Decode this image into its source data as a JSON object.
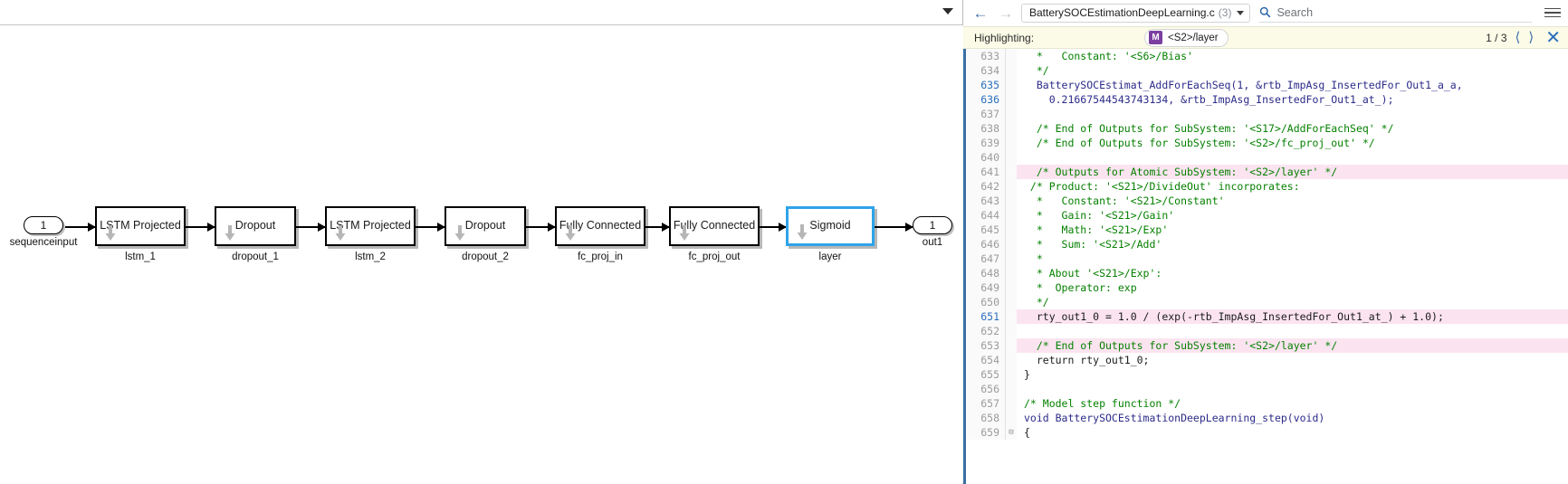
{
  "left_pane": {
    "toolbar": {
      "caret_icon": "chevron-down-icon"
    },
    "network": {
      "input_port": {
        "number": "1",
        "label": "sequenceinput"
      },
      "output_port": {
        "number": "1",
        "label": "out1"
      },
      "blocks": [
        {
          "title": "LSTM Projected",
          "label": "lstm_1",
          "selected": false
        },
        {
          "title": "Dropout",
          "label": "dropout_1",
          "selected": false
        },
        {
          "title": "LSTM Projected",
          "label": "lstm_2",
          "selected": false
        },
        {
          "title": "Dropout",
          "label": "dropout_2",
          "selected": false
        },
        {
          "title": "Fully Connected",
          "label": "fc_proj_in",
          "selected": false
        },
        {
          "title": "Fully Connected",
          "label": "fc_proj_out",
          "selected": false
        },
        {
          "title": "Sigmoid",
          "label": "layer",
          "selected": true
        }
      ],
      "selection_color": "#2fa3e8"
    }
  },
  "right_pane": {
    "toolbar": {
      "back_icon": "arrow-left-icon",
      "forward_icon": "arrow-right-icon",
      "filename": "BatterySOCEstimationDeepLearning.c",
      "file_count": "(3)",
      "dropdown_icon": "chevron-down-icon",
      "search_icon": "search-icon",
      "search_placeholder": "Search",
      "search_value": "",
      "menu_icon": "hamburger-icon"
    },
    "highlighting": {
      "label": "Highlighting:",
      "chip_badge": "M",
      "chip_badge_color": "#7b3fa0",
      "chip_text": "<S2>/layer",
      "counter": "1 / 3",
      "prev_icon": "chevron-left-icon",
      "next_icon": "chevron-right-icon",
      "close_icon": "close-icon",
      "bar_color": "#fbfbe8"
    },
    "code": {
      "highlight_color": "#fbe4f0",
      "lines": [
        {
          "n": "633",
          "highlight": false,
          "current": false,
          "fold": "",
          "spans": [
            {
              "t": "  *   Constant: '<S6>/Bias'",
              "c": "cm"
            }
          ]
        },
        {
          "n": "634",
          "highlight": false,
          "current": false,
          "fold": "",
          "spans": [
            {
              "t": "  */",
              "c": "cm"
            }
          ]
        },
        {
          "n": "635",
          "highlight": false,
          "current": true,
          "fold": "",
          "spans": [
            {
              "t": "  BatterySOCEstimat_AddForEachSeq(1, &rtb_ImpAsg_InsertedFor_Out1_a_a,",
              "c": "id"
            }
          ]
        },
        {
          "n": "636",
          "highlight": false,
          "current": true,
          "fold": "",
          "spans": [
            {
              "t": "    0.21667544543743134, &rtb_ImpAsg_InsertedFor_Out1_at_);",
              "c": "id"
            }
          ]
        },
        {
          "n": "637",
          "highlight": false,
          "current": false,
          "fold": "",
          "spans": [
            {
              "t": "",
              "c": "pl"
            }
          ]
        },
        {
          "n": "638",
          "highlight": false,
          "current": false,
          "fold": "",
          "spans": [
            {
              "t": "  /* End of Outputs for SubSystem: '<S17>/AddForEachSeq' */",
              "c": "cm"
            }
          ]
        },
        {
          "n": "639",
          "highlight": false,
          "current": false,
          "fold": "",
          "spans": [
            {
              "t": "  /* End of Outputs for SubSystem: '<S2>/fc_proj_out' */",
              "c": "cm"
            }
          ]
        },
        {
          "n": "640",
          "highlight": false,
          "current": false,
          "fold": "",
          "spans": [
            {
              "t": "",
              "c": "pl"
            }
          ]
        },
        {
          "n": "641",
          "highlight": true,
          "current": false,
          "fold": "",
          "spans": [
            {
              "t": "  /* Outputs for Atomic SubSystem: '<S2>/layer' */",
              "c": "cm"
            }
          ]
        },
        {
          "n": "642",
          "highlight": false,
          "current": false,
          "fold": "",
          "spans": [
            {
              "t": " /* Product: '<S21>/DivideOut' incorporates:",
              "c": "cm"
            }
          ]
        },
        {
          "n": "643",
          "highlight": false,
          "current": false,
          "fold": "",
          "spans": [
            {
              "t": "  *   Constant: '<S21>/Constant'",
              "c": "cm"
            }
          ]
        },
        {
          "n": "644",
          "highlight": false,
          "current": false,
          "fold": "",
          "spans": [
            {
              "t": "  *   Gain: '<S21>/Gain'",
              "c": "cm"
            }
          ]
        },
        {
          "n": "645",
          "highlight": false,
          "current": false,
          "fold": "",
          "spans": [
            {
              "t": "  *   Math: '<S21>/Exp'",
              "c": "cm"
            }
          ]
        },
        {
          "n": "646",
          "highlight": false,
          "current": false,
          "fold": "",
          "spans": [
            {
              "t": "  *   Sum: '<S21>/Add'",
              "c": "cm"
            }
          ]
        },
        {
          "n": "647",
          "highlight": false,
          "current": false,
          "fold": "",
          "spans": [
            {
              "t": "  *",
              "c": "cm"
            }
          ]
        },
        {
          "n": "648",
          "highlight": false,
          "current": false,
          "fold": "",
          "spans": [
            {
              "t": "  * About '<S21>/Exp':",
              "c": "cm"
            }
          ]
        },
        {
          "n": "649",
          "highlight": false,
          "current": false,
          "fold": "",
          "spans": [
            {
              "t": "  *  Operator: exp",
              "c": "cm"
            }
          ]
        },
        {
          "n": "650",
          "highlight": false,
          "current": false,
          "fold": "",
          "spans": [
            {
              "t": "  */",
              "c": "cm"
            }
          ]
        },
        {
          "n": "651",
          "highlight": true,
          "current": true,
          "fold": "",
          "spans": [
            {
              "t": "  rty_out1_0 = 1.0 / (exp(-rtb_ImpAsg_InsertedFor_Out1_at_) + 1.0);",
              "c": "pl"
            }
          ]
        },
        {
          "n": "652",
          "highlight": false,
          "current": false,
          "fold": "",
          "spans": [
            {
              "t": "",
              "c": "pl"
            }
          ]
        },
        {
          "n": "653",
          "highlight": true,
          "current": false,
          "fold": "",
          "spans": [
            {
              "t": "  /* End of Outputs for SubSystem: '<S2>/layer' */",
              "c": "cm"
            }
          ]
        },
        {
          "n": "654",
          "highlight": false,
          "current": false,
          "fold": "",
          "spans": [
            {
              "t": "  return rty_out1_0;",
              "c": "pl"
            }
          ]
        },
        {
          "n": "655",
          "highlight": false,
          "current": false,
          "fold": "",
          "spans": [
            {
              "t": "}",
              "c": "pl"
            }
          ]
        },
        {
          "n": "656",
          "highlight": false,
          "current": false,
          "fold": "",
          "spans": [
            {
              "t": "",
              "c": "pl"
            }
          ]
        },
        {
          "n": "657",
          "highlight": false,
          "current": false,
          "fold": "",
          "spans": [
            {
              "t": "/* Model step function */",
              "c": "cm"
            }
          ]
        },
        {
          "n": "658",
          "highlight": false,
          "current": false,
          "fold": "",
          "spans": [
            {
              "t": "void BatterySOCEstimationDeepLearning_step(void)",
              "c": "id"
            }
          ]
        },
        {
          "n": "659",
          "highlight": false,
          "current": false,
          "fold": "-",
          "spans": [
            {
              "t": "{",
              "c": "pl"
            }
          ]
        }
      ]
    }
  }
}
